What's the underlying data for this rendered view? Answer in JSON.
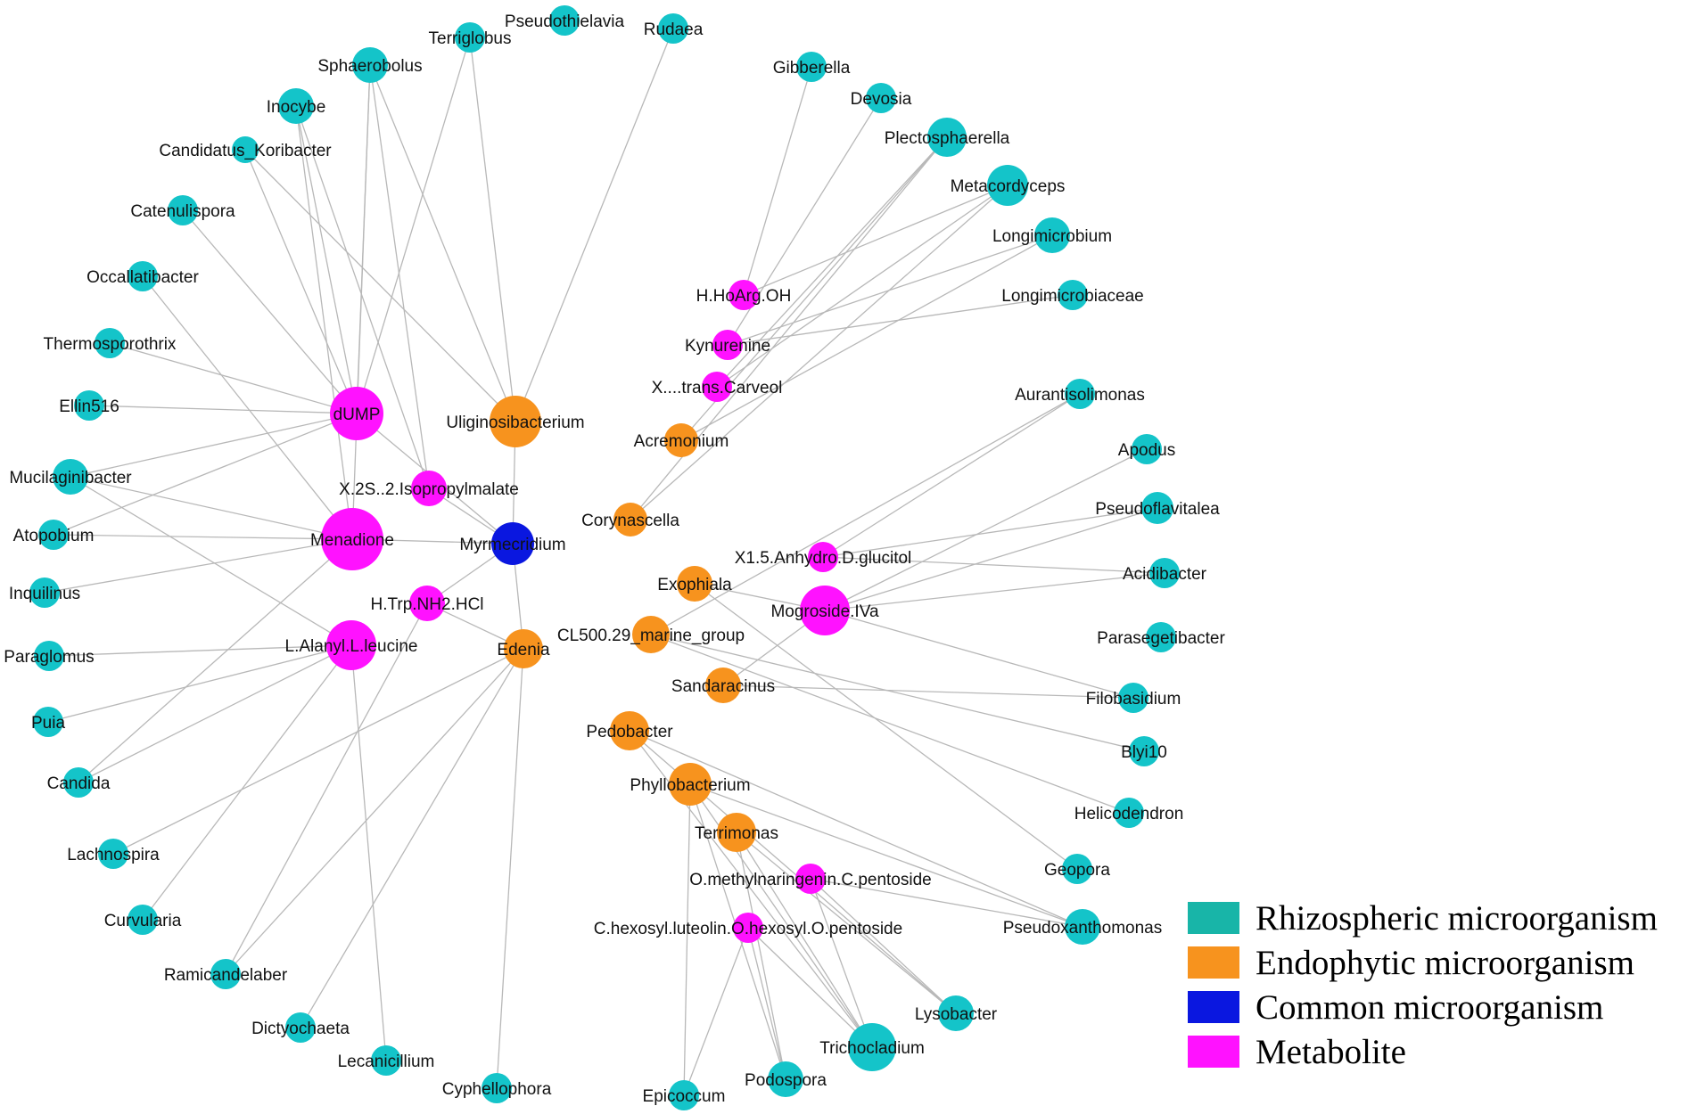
{
  "colors": {
    "rhizospheric": "#14c4c9",
    "endophytic": "#f7931e",
    "common": "#0a17e0",
    "metabolite": "#ff12ff",
    "edge": "#b8b8b8"
  },
  "legend": [
    {
      "key": "rhizospheric",
      "label": "Rhizospheric microorganism",
      "swatch": "#18b5a8"
    },
    {
      "key": "endophytic",
      "label": "Endophytic microorganism",
      "swatch": "#f7931e"
    },
    {
      "key": "common",
      "label": "Common microorganism",
      "swatch": "#0a17e0"
    },
    {
      "key": "metabolite",
      "label": "Metabolite",
      "swatch": "#ff12ff"
    }
  ],
  "nodes": [
    {
      "id": "myrmecridium",
      "label": "Myrmecridium",
      "group": "common"
    },
    {
      "id": "uliginosibacterium",
      "label": "Uliginosibacterium",
      "group": "endophytic"
    },
    {
      "id": "edenia",
      "label": "Edenia",
      "group": "endophytic"
    },
    {
      "id": "acremonium",
      "label": "Acremonium",
      "group": "endophytic"
    },
    {
      "id": "corynascella",
      "label": "Corynascella",
      "group": "endophytic"
    },
    {
      "id": "exophiala",
      "label": "Exophiala",
      "group": "endophytic"
    },
    {
      "id": "cl500",
      "label": "CL500.29_marine_group",
      "group": "endophytic"
    },
    {
      "id": "sandaracinus",
      "label": "Sandaracinus",
      "group": "endophytic"
    },
    {
      "id": "pedobacter",
      "label": "Pedobacter",
      "group": "endophytic"
    },
    {
      "id": "phyllobacterium",
      "label": "Phyllobacterium",
      "group": "endophytic"
    },
    {
      "id": "terrimonas",
      "label": "Terrimonas",
      "group": "endophytic"
    },
    {
      "id": "dump",
      "label": "dUMP",
      "group": "metabolite"
    },
    {
      "id": "menadione",
      "label": "Menadione",
      "group": "metabolite"
    },
    {
      "id": "isopropylmalate",
      "label": "X.2S..2.Isopropylmalate",
      "group": "metabolite"
    },
    {
      "id": "htrp",
      "label": "H.Trp.NH2.HCl",
      "group": "metabolite"
    },
    {
      "id": "alanyl",
      "label": "L.Alanyl.L.leucine",
      "group": "metabolite"
    },
    {
      "id": "hhoarg",
      "label": "H.HoArg.OH",
      "group": "metabolite"
    },
    {
      "id": "kynurenine",
      "label": "Kynurenine",
      "group": "metabolite"
    },
    {
      "id": "carveol",
      "label": "X....trans.Carveol",
      "group": "metabolite"
    },
    {
      "id": "anhydro",
      "label": "X1.5.Anhydro.D.glucitol",
      "group": "metabolite"
    },
    {
      "id": "mogroside",
      "label": "Mogroside.IVa",
      "group": "metabolite"
    },
    {
      "id": "omethyl",
      "label": "O.methylnaringenin.C.pentoside",
      "group": "metabolite"
    },
    {
      "id": "chexosyl",
      "label": "C.hexosyl.luteolin.O.hexosyl.O.pentoside",
      "group": "metabolite"
    },
    {
      "id": "terriglobus",
      "label": "Terriglobus",
      "group": "rhizospheric"
    },
    {
      "id": "pseudothielavia",
      "label": "Pseudothielavia",
      "group": "rhizospheric"
    },
    {
      "id": "rudaea",
      "label": "Rudaea",
      "group": "rhizospheric"
    },
    {
      "id": "sphaerobolus",
      "label": "Sphaerobolus",
      "group": "rhizospheric"
    },
    {
      "id": "inocybe",
      "label": "Inocybe",
      "group": "rhizospheric"
    },
    {
      "id": "koribacter",
      "label": "Candidatus_Koribacter",
      "group": "rhizospheric"
    },
    {
      "id": "catenulispora",
      "label": "Catenulispora",
      "group": "rhizospheric"
    },
    {
      "id": "occallatibacter",
      "label": "Occallatibacter",
      "group": "rhizospheric"
    },
    {
      "id": "thermosporothrix",
      "label": "Thermosporothrix",
      "group": "rhizospheric"
    },
    {
      "id": "ellin516",
      "label": "Ellin516",
      "group": "rhizospheric"
    },
    {
      "id": "mucilaginibacter",
      "label": "Mucilaginibacter",
      "group": "rhizospheric"
    },
    {
      "id": "atopobium",
      "label": "Atopobium",
      "group": "rhizospheric"
    },
    {
      "id": "inquilinus",
      "label": "Inquilinus",
      "group": "rhizospheric"
    },
    {
      "id": "paraglomus",
      "label": "Paraglomus",
      "group": "rhizospheric"
    },
    {
      "id": "puia",
      "label": "Puia",
      "group": "rhizospheric"
    },
    {
      "id": "candida",
      "label": "Candida",
      "group": "rhizospheric"
    },
    {
      "id": "lachnospira",
      "label": "Lachnospira",
      "group": "rhizospheric"
    },
    {
      "id": "curvularia",
      "label": "Curvularia",
      "group": "rhizospheric"
    },
    {
      "id": "ramicandelaber",
      "label": "Ramicandelaber",
      "group": "rhizospheric"
    },
    {
      "id": "dictyochaeta",
      "label": "Dictyochaeta",
      "group": "rhizospheric"
    },
    {
      "id": "lecanicillium",
      "label": "Lecanicillium",
      "group": "rhizospheric"
    },
    {
      "id": "cyphellophora",
      "label": "Cyphellophora",
      "group": "rhizospheric"
    },
    {
      "id": "gibberella",
      "label": "Gibberella",
      "group": "rhizospheric"
    },
    {
      "id": "devosia",
      "label": "Devosia",
      "group": "rhizospheric"
    },
    {
      "id": "plectosphaerella",
      "label": "Plectosphaerella",
      "group": "rhizospheric"
    },
    {
      "id": "metacordyceps",
      "label": "Metacordyceps",
      "group": "rhizospheric"
    },
    {
      "id": "longimicrobium",
      "label": "Longimicrobium",
      "group": "rhizospheric"
    },
    {
      "id": "longimicrobiaceae",
      "label": "Longimicrobiaceae",
      "group": "rhizospheric"
    },
    {
      "id": "aurantisolimonas",
      "label": "Aurantisolimonas",
      "group": "rhizospheric"
    },
    {
      "id": "apodus",
      "label": "Apodus",
      "group": "rhizospheric"
    },
    {
      "id": "pseudoflavitalea",
      "label": "Pseudoflavitalea",
      "group": "rhizospheric"
    },
    {
      "id": "acidibacter",
      "label": "Acidibacter",
      "group": "rhizospheric"
    },
    {
      "id": "parasegetibacter",
      "label": "Parasegetibacter",
      "group": "rhizospheric"
    },
    {
      "id": "filobasidium",
      "label": "Filobasidium",
      "group": "rhizospheric"
    },
    {
      "id": "blyi10",
      "label": "Blyi10",
      "group": "rhizospheric"
    },
    {
      "id": "helicodendron",
      "label": "Helicodendron",
      "group": "rhizospheric"
    },
    {
      "id": "geopora",
      "label": "Geopora",
      "group": "rhizospheric"
    },
    {
      "id": "pseudoxanthomonas",
      "label": "Pseudoxanthomonas",
      "group": "rhizospheric"
    },
    {
      "id": "lysobacter",
      "label": "Lysobacter",
      "group": "rhizospheric"
    },
    {
      "id": "trichocladium",
      "label": "Trichocladium",
      "group": "rhizospheric"
    },
    {
      "id": "podospora",
      "label": "Podospora",
      "group": "rhizospheric"
    },
    {
      "id": "epicoccum",
      "label": "Epicoccum",
      "group": "rhizospheric"
    }
  ],
  "edges": [
    [
      "dump",
      "sphaerobolus"
    ],
    [
      "dump",
      "inocybe"
    ],
    [
      "dump",
      "koribacter"
    ],
    [
      "dump",
      "catenulispora"
    ],
    [
      "dump",
      "thermosporothrix"
    ],
    [
      "dump",
      "ellin516"
    ],
    [
      "dump",
      "mucilaginibacter"
    ],
    [
      "dump",
      "atopobium"
    ],
    [
      "dump",
      "terriglobus"
    ],
    [
      "dump",
      "myrmecridium"
    ],
    [
      "menadione",
      "sphaerobolus"
    ],
    [
      "menadione",
      "inocybe"
    ],
    [
      "menadione",
      "occallatibacter"
    ],
    [
      "menadione",
      "mucilaginibacter"
    ],
    [
      "menadione",
      "atopobium"
    ],
    [
      "menadione",
      "inquilinus"
    ],
    [
      "menadione",
      "candida"
    ],
    [
      "menadione",
      "myrmecridium"
    ],
    [
      "isopropylmalate",
      "sphaerobolus"
    ],
    [
      "isopropylmalate",
      "inocybe"
    ],
    [
      "isopropylmalate",
      "myrmecridium"
    ],
    [
      "uliginosibacterium",
      "terriglobus"
    ],
    [
      "uliginosibacterium",
      "rudaea"
    ],
    [
      "uliginosibacterium",
      "sphaerobolus"
    ],
    [
      "uliginosibacterium",
      "koribacter"
    ],
    [
      "uliginosibacterium",
      "myrmecridium"
    ],
    [
      "alanyl",
      "mucilaginibacter"
    ],
    [
      "alanyl",
      "paraglomus"
    ],
    [
      "alanyl",
      "puia"
    ],
    [
      "alanyl",
      "candida"
    ],
    [
      "alanyl",
      "curvularia"
    ],
    [
      "alanyl",
      "lecanicillium"
    ],
    [
      "htrp",
      "myrmecridium"
    ],
    [
      "htrp",
      "ramicandelaber"
    ],
    [
      "htrp",
      "edenia"
    ],
    [
      "edenia",
      "myrmecridium"
    ],
    [
      "edenia",
      "lachnospira"
    ],
    [
      "edenia",
      "ramicandelaber"
    ],
    [
      "edenia",
      "dictyochaeta"
    ],
    [
      "edenia",
      "cyphellophora"
    ],
    [
      "hhoarg",
      "gibberella"
    ],
    [
      "hhoarg",
      "metacordyceps"
    ],
    [
      "kynurenine",
      "devosia"
    ],
    [
      "kynurenine",
      "longimicrobium"
    ],
    [
      "kynurenine",
      "longimicrobiaceae"
    ],
    [
      "carveol",
      "plectosphaerella"
    ],
    [
      "carveol",
      "metacordyceps"
    ],
    [
      "acremonium",
      "plectosphaerella"
    ],
    [
      "acremonium",
      "longimicrobium"
    ],
    [
      "corynascella",
      "plectosphaerella"
    ],
    [
      "corynascella",
      "metacordyceps"
    ],
    [
      "anhydro",
      "aurantisolimonas"
    ],
    [
      "anhydro",
      "pseudoflavitalea"
    ],
    [
      "anhydro",
      "acidibacter"
    ],
    [
      "mogroside",
      "apodus"
    ],
    [
      "mogroside",
      "pseudoflavitalea"
    ],
    [
      "mogroside",
      "acidibacter"
    ],
    [
      "mogroside",
      "filobasidium"
    ],
    [
      "mogroside",
      "sandaracinus"
    ],
    [
      "exophiala",
      "mogroside"
    ],
    [
      "exophiala",
      "geopora"
    ],
    [
      "cl500",
      "aurantisolimonas"
    ],
    [
      "cl500",
      "helicodendron"
    ],
    [
      "cl500",
      "blyi10"
    ],
    [
      "sandaracinus",
      "filobasidium"
    ],
    [
      "pedobacter",
      "pseudoxanthomonas"
    ],
    [
      "pedobacter",
      "trichocladium"
    ],
    [
      "pedobacter",
      "lysobacter"
    ],
    [
      "phyllobacterium",
      "pseudoxanthomonas"
    ],
    [
      "phyllobacterium",
      "trichocladium"
    ],
    [
      "phyllobacterium",
      "podospora"
    ],
    [
      "phyllobacterium",
      "epicoccum"
    ],
    [
      "terrimonas",
      "trichocladium"
    ],
    [
      "terrimonas",
      "lysobacter"
    ],
    [
      "terrimonas",
      "podospora"
    ],
    [
      "omethyl",
      "pseudoxanthomonas"
    ],
    [
      "omethyl",
      "lysobacter"
    ],
    [
      "omethyl",
      "trichocladium"
    ],
    [
      "chexosyl",
      "trichocladium"
    ],
    [
      "chexosyl",
      "podospora"
    ],
    [
      "chexosyl",
      "epicoccum"
    ]
  ]
}
